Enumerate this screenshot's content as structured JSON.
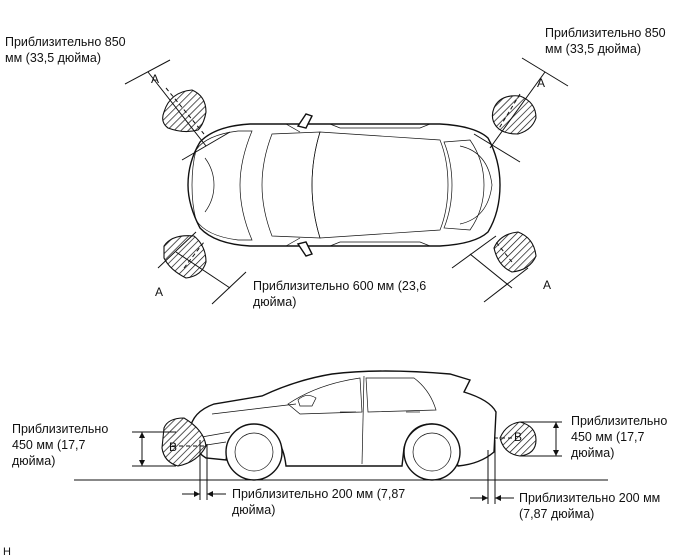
{
  "labels": {
    "front_left": "Приблизительно 850 мм (33,5 дюйма)",
    "front_right": "Приблизительно 850 мм (33,5 дюйма)",
    "rear": "Приблизительно 600 мм (23,6 дюйма)",
    "height_front": "Приблизительно 450 мм (17,7 дюйма)",
    "height_rear": "Приблизительно 450 мм (17,7 дюйма)",
    "gap_front": "Приблизительно 200 мм (7,87 дюйма)",
    "gap_rear": "Приблизительно 200 мм (7,87 дюйма)"
  },
  "markers": {
    "a": "A",
    "b": "B"
  },
  "figure_code": "H"
}
